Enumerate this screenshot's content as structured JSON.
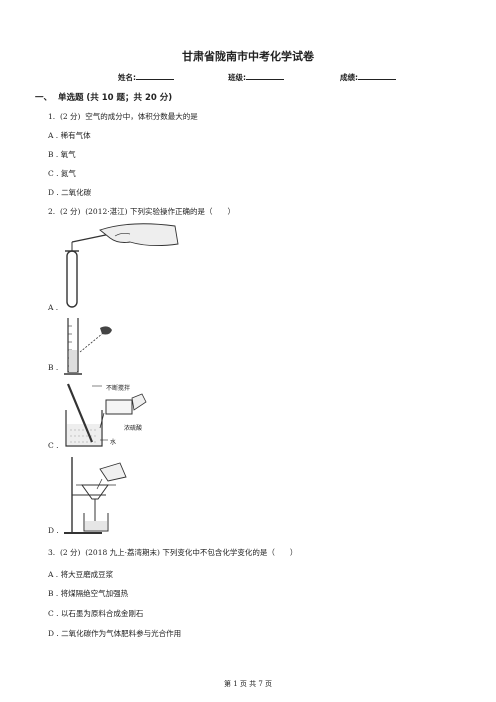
{
  "title": "甘肃省陇南市中考化学试卷",
  "info": {
    "name_label": "姓名:",
    "class_label": "班级:",
    "score_label": "成绩:"
  },
  "section": {
    "number": "一、",
    "label": "单选题 (共 10 题；共 20 分)"
  },
  "questions": [
    {
      "num": "1.",
      "points": "(2 分)",
      "stem": "空气的成分中，体积分数最大的是",
      "options": [
        "A . 稀有气体",
        "B . 氧气",
        "C . 氮气",
        "D . 二氧化碳"
      ]
    },
    {
      "num": "2.",
      "points": "(2 分)",
      "source": "(2012·湛江)",
      "stem": "下列实验操作正确的是（　　）",
      "options": [
        "A .",
        "B .",
        "C .",
        "D ."
      ],
      "figure_labels": {
        "stir": "不断搅拌",
        "acid": "浓硫酸",
        "water": "水"
      }
    },
    {
      "num": "3.",
      "points": "(2 分)",
      "source": "(2018 九上·荔湾期末)",
      "stem": "下列变化中不包含化学变化的是（　　）",
      "options": [
        "A . 将大豆磨成豆浆",
        "B . 将煤隔绝空气加强热",
        "C . 以石墨为原料合成金刚石",
        "D . 二氧化碳作为气体肥料参与光合作用"
      ]
    }
  ],
  "footer": "第 1 页 共 7 页"
}
